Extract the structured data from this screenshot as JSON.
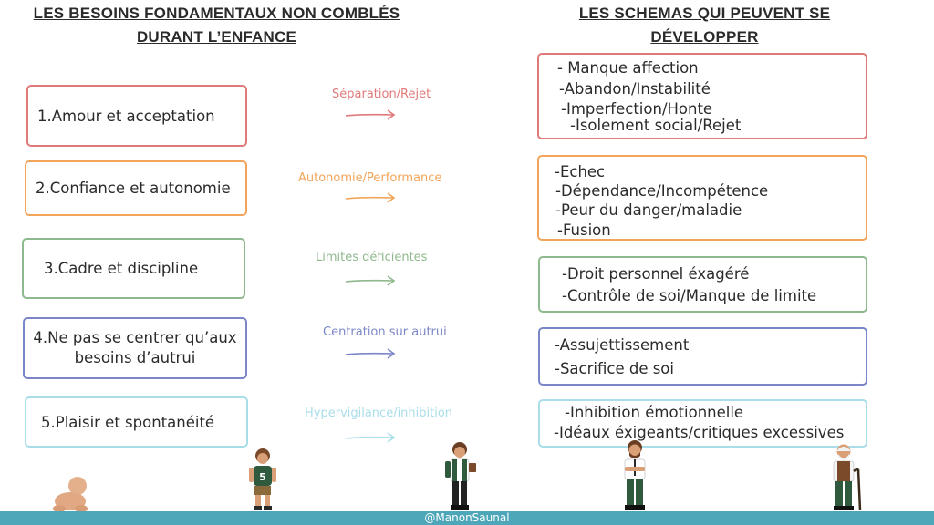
{
  "headings": {
    "left_line1": "LES BESOINS FONDAMENTAUX NON COMBLÉS",
    "left_line2": "DURANT L’ENFANCE",
    "right_line1": "LES SCHEMAS QUI PEUVENT SE",
    "right_line2": "DÉVELOPPER"
  },
  "colors": {
    "red": "#e07a7a",
    "orange": "#f2a55a",
    "green": "#8fb88d",
    "blue": "#7b86c8",
    "cyan": "#a9dde9",
    "footer": "#4ea7b8"
  },
  "needs": [
    {
      "label": "1.Amour et acceptation"
    },
    {
      "label": "2.Confiance et autonomie"
    },
    {
      "label": "3.Cadre et discipline"
    },
    {
      "label_line1": "4.Ne pas se centrer qu’aux",
      "label_line2": "besoins d’autrui"
    },
    {
      "label": "5.Plaisir et spontanéité"
    }
  ],
  "domains": [
    {
      "label": "Séparation/Rejet"
    },
    {
      "label": "Autonomie/Performance"
    },
    {
      "label": "Limites déficientes"
    },
    {
      "label": "Centration sur autrui"
    },
    {
      "label": "Hypervigilance/inhibition"
    }
  ],
  "schemas": [
    {
      "items": [
        "- Manque affection",
        "-Abandon/Instabilité",
        "-Imperfection/Honte",
        "-Isolement social/Rejet"
      ]
    },
    {
      "items": [
        "-Echec",
        "-Dépendance/Incompétence",
        "-Peur du danger/maladie",
        "-Fusion"
      ]
    },
    {
      "items": [
        "-Droit personnel éxagéré",
        "-Contrôle de soi/Manque de limite"
      ]
    },
    {
      "items": [
        "-Assujettissement",
        "-Sacrifice de soi"
      ]
    },
    {
      "items": [
        "-Inhibition émotionnelle",
        "-Idéaux éxigeants/critiques excessives"
      ]
    }
  ],
  "footer": {
    "credit": "@ManonSaunal"
  },
  "figures": [
    {
      "icon": "baby-figure-icon"
    },
    {
      "icon": "child-figure-icon"
    },
    {
      "icon": "teen-figure-icon"
    },
    {
      "icon": "adult-figure-icon"
    },
    {
      "icon": "elder-figure-icon"
    }
  ]
}
